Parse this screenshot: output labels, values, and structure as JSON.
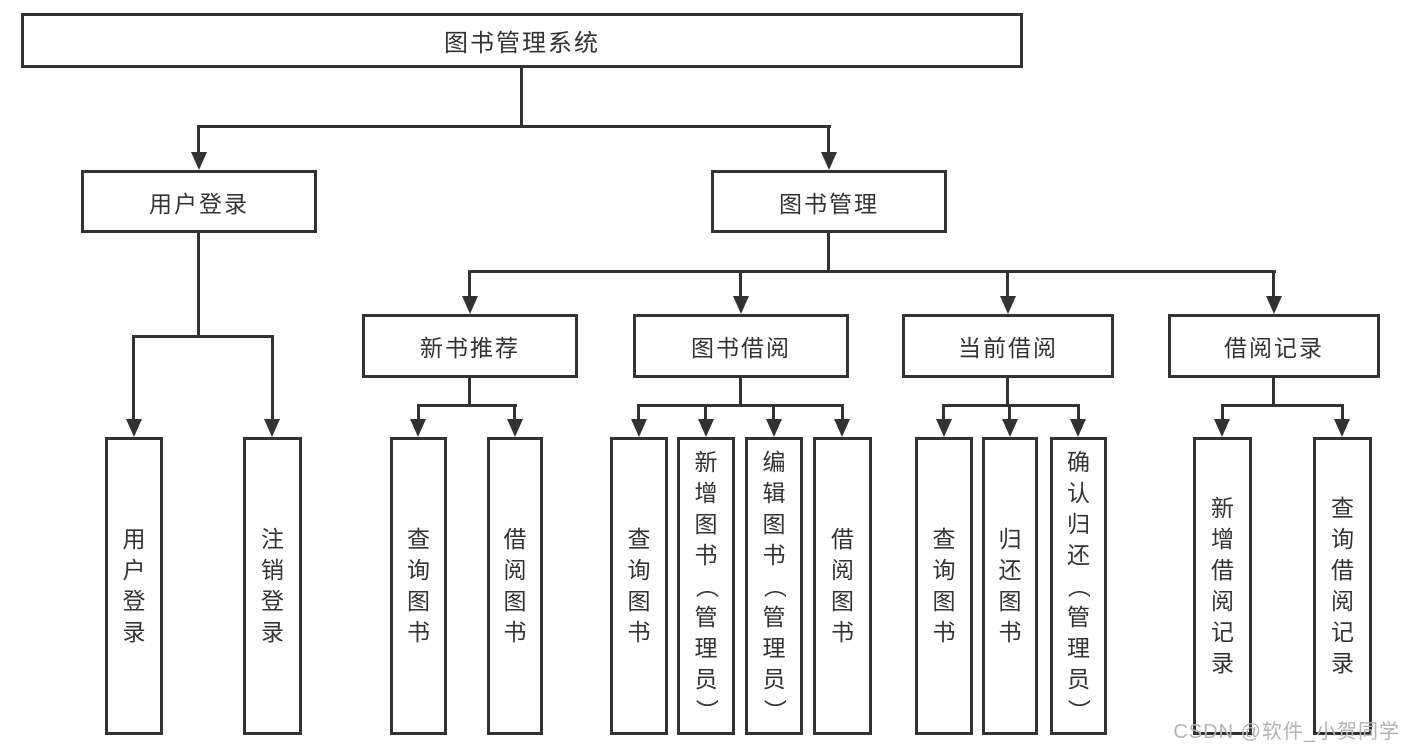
{
  "tree": {
    "label": "图书管理系统",
    "children": [
      {
        "label": "用户登录",
        "children": [
          {
            "label": "用户登录"
          },
          {
            "label": "注销登录"
          }
        ]
      },
      {
        "label": "图书管理",
        "children": [
          {
            "label": "新书推荐",
            "children": [
              {
                "label": "查询图书"
              },
              {
                "label": "借阅图书"
              }
            ]
          },
          {
            "label": "图书借阅",
            "children": [
              {
                "label": "查询图书"
              },
              {
                "label": "新增图书（管理员）"
              },
              {
                "label": "编辑图书（管理员）"
              },
              {
                "label": "借阅图书"
              }
            ]
          },
          {
            "label": "当前借阅",
            "children": [
              {
                "label": "查询图书"
              },
              {
                "label": "归还图书"
              },
              {
                "label": "确认归还（管理员）"
              }
            ]
          },
          {
            "label": "借阅记录",
            "children": [
              {
                "label": "新增借阅记录"
              },
              {
                "label": "查询借阅记录"
              }
            ]
          }
        ]
      }
    ]
  },
  "colors": {
    "line": "#323232",
    "text": "#333333",
    "watermark": "#b3b3b3",
    "box_background": "#ffffff"
  },
  "watermark": {
    "text": "CSDN @软件_小贺同学"
  }
}
